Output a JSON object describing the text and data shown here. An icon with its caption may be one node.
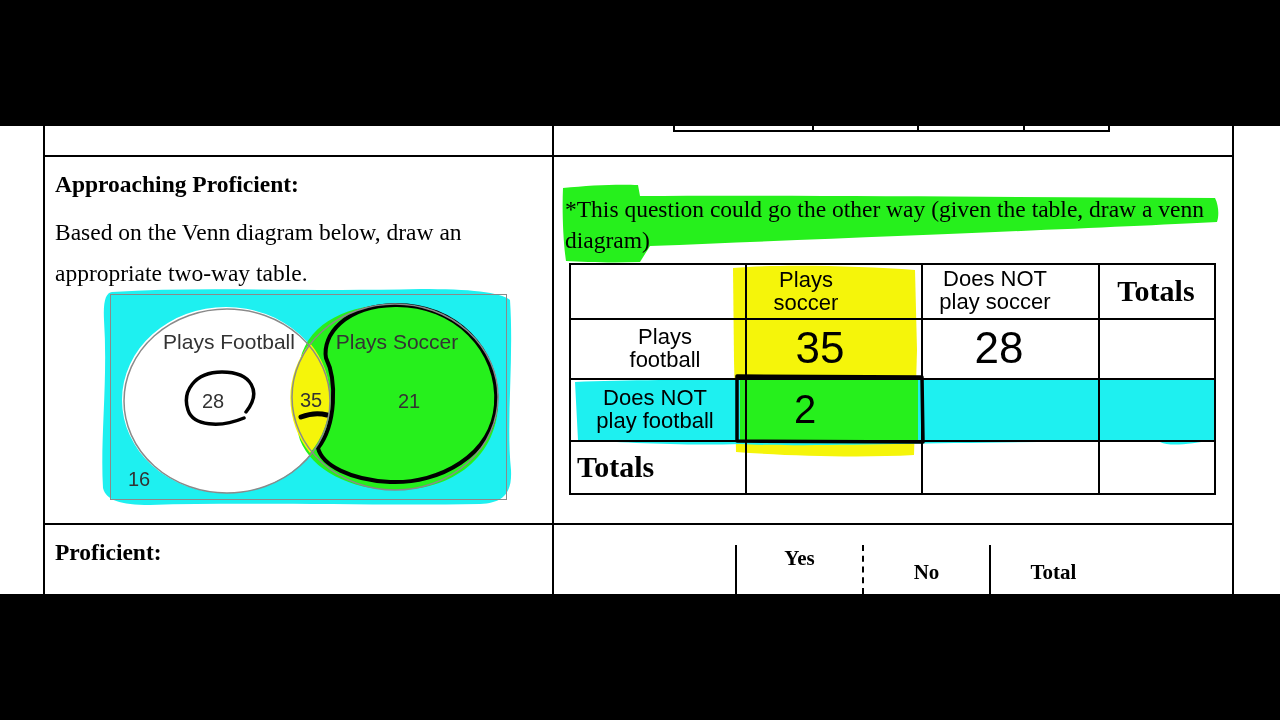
{
  "diagram": {
    "nodes": [
      {
        "text": [
          "16"
        ]
      },
      {
        "text": [
          "Plays Football",
          "28"
        ],
        "in": 0
      },
      {
        "text": [
          "Plays Soccer",
          "21"
        ],
        "in": 0
      }
    ],
    "labels": [
      "Approaching Proficient:",
      "Based on the Venn diagram below, draw an appropriate two-way table.",
      "35",
      "*This question could go the other way (given the table, draw a venn diagram)",
      "Plays soccer",
      "Does NOT play soccer",
      "Totals",
      "Plays football",
      "35",
      "28",
      "Does NOT play football",
      "2",
      "Totals",
      "Proficient:",
      "Yes",
      "No",
      "Total"
    ]
  }
}
